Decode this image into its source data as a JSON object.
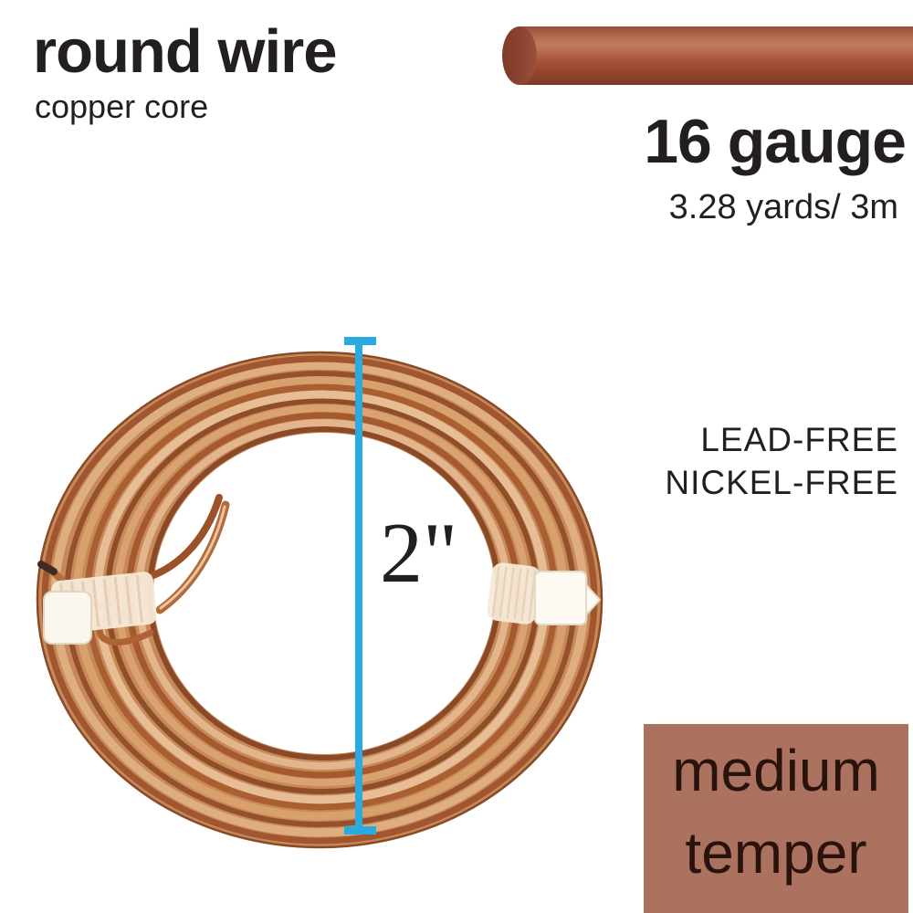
{
  "product": {
    "title": "round wire",
    "subtitle": "copper core",
    "gauge": "16 gauge",
    "length": "3.28 yards/ 3m",
    "features": [
      "LEAD-FREE",
      "NICKEL-FREE"
    ],
    "temper": [
      "medium",
      "temper"
    ],
    "measurement_label": "2\""
  },
  "colors": {
    "accent_blue": "#29abe2",
    "text_dark": "#231f20",
    "temper_box_bg": "#ab7260",
    "temper_text": "#2a130c",
    "rod_main": "#b05a3f",
    "rod_cap": "#8e4431",
    "copper_base": "#c8895a",
    "copper_dark": "#8a4a28",
    "copper_light": "#eec39c",
    "clip_cream": "#f7ead9",
    "clip_white": "#fbf7ee"
  }
}
